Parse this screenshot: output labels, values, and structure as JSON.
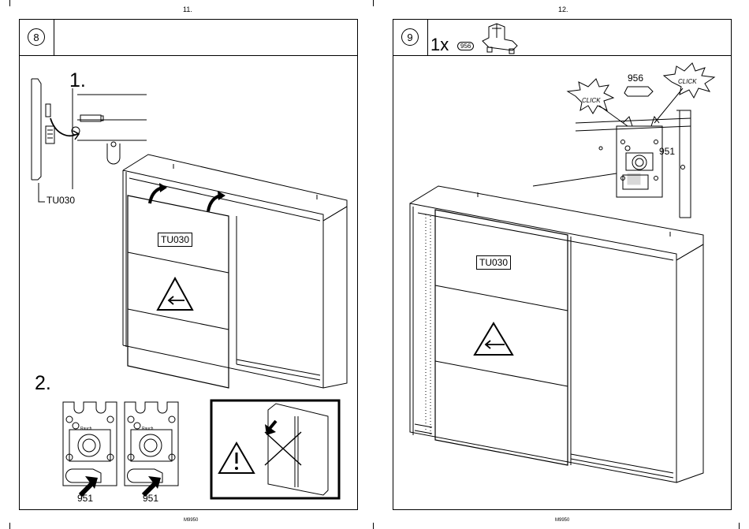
{
  "left_page": {
    "page_number": "11.",
    "footer": "M9950",
    "step_number": "8",
    "substep_1": "1.",
    "substep_2": "2.",
    "part_label_detail": "TU030",
    "part_label_door": "TU030",
    "clip_label_left": "951",
    "clip_label_right": "951",
    "brand_text_left": "Rauch",
    "brand_text_right": "Rauch"
  },
  "right_page": {
    "page_number": "12.",
    "footer": "M9950",
    "step_number": "9",
    "quantity": "1x",
    "part_badge": "956",
    "part_label_top": "956",
    "part_label_side": "951",
    "click_left": "CLICK",
    "click_right": "CLICK",
    "part_label_door": "TU030"
  }
}
